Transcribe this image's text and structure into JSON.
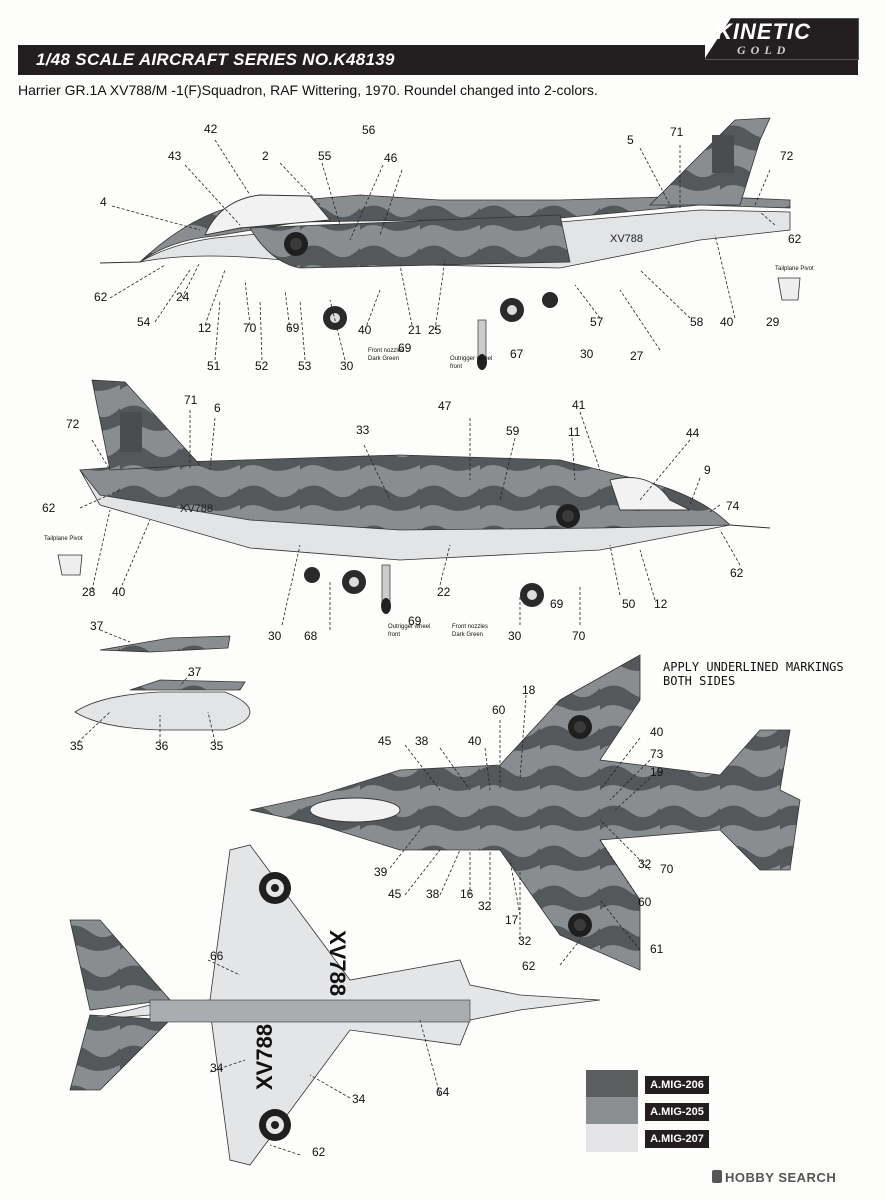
{
  "header": {
    "title": "1/48 SCALE  AIRCRAFT  SERIES NO.K48139",
    "brand": "KINETIC",
    "brand_sub": "GOLD",
    "subtitle": "Harrier GR.1A XV788/M -1(F)Squadron, RAF Wittering, 1970. Roundel changed into 2-colors."
  },
  "side_profile_top": {
    "serial": "XV788",
    "callouts": [
      "42",
      "56",
      "5",
      "71",
      "43",
      "2",
      "55",
      "46",
      "72",
      "4",
      "62",
      "62",
      "24",
      "54",
      "12",
      "70",
      "69",
      "40",
      "21",
      "25",
      "57",
      "58",
      "40",
      "29",
      "51",
      "52",
      "53",
      "30",
      "69",
      "67",
      "30",
      "27"
    ],
    "labels": {
      "front_nozzles": "Front nozzles\nDark Green",
      "outrigger": "Outrigger wheel\nfront",
      "tailplane_pivot": "Tailplane Pivot"
    }
  },
  "side_profile_bottom": {
    "serial": "XV788",
    "callouts": [
      "72",
      "71",
      "6",
      "47",
      "41",
      "33",
      "59",
      "11",
      "44",
      "9",
      "74",
      "62",
      "62",
      "28",
      "40",
      "22",
      "69",
      "50",
      "12",
      "30",
      "68",
      "69",
      "30",
      "70"
    ],
    "labels": {
      "front_nozzles": "Front nozzles\nDark Green",
      "outrigger": "Outrigger wheel\nfront",
      "tailplane_pivot": "Tailplane Pivot"
    }
  },
  "tanks": {
    "callouts": [
      "37",
      "37",
      "35",
      "36",
      "35"
    ]
  },
  "top_view": {
    "note": "APPLY UNDERLINED MARKINGS\nBOTH SIDES",
    "callouts": [
      "18",
      "60",
      "40",
      "45",
      "38",
      "40",
      "73",
      "19",
      "39",
      "45",
      "38",
      "16",
      "32",
      "17",
      "32",
      "70",
      "60",
      "32",
      "61",
      "62"
    ]
  },
  "bottom_view": {
    "serial_upper": "XV788",
    "serial_lower": "XV788",
    "callouts": [
      "66",
      "34",
      "34",
      "64",
      "62"
    ]
  },
  "paint_legend": [
    {
      "code": "A.MIG-206",
      "color": "#5b5d5f"
    },
    {
      "code": "A.MIG-205",
      "color": "#8b8e90"
    },
    {
      "code": "A.MIG-207",
      "color": "#e4e4e6"
    }
  ],
  "watermark": "HOBBY SEARCH",
  "colors": {
    "dark_sea_grey": "#5f6163",
    "dark_green": "#7b7f78",
    "light_grey": "#e2e3e4",
    "ink": "#231f20"
  }
}
